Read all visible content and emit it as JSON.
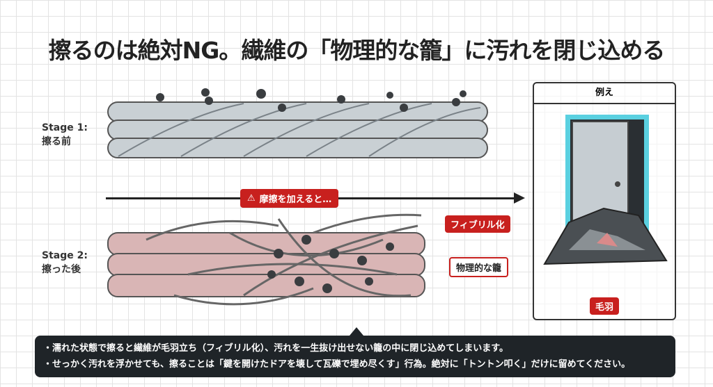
{
  "title": "擦るのは絶対NG。繊維の「物理的な籠」に汚れを閉じ込める",
  "stage1": {
    "label": "Stage 1:",
    "sub": "擦る前"
  },
  "stage2": {
    "label": "Stage 2:",
    "sub": "擦った後"
  },
  "warning": "摩擦を加えると…",
  "labels": {
    "fibrillation": "フィブリル化",
    "cage": "物理的な籠",
    "fluff": "毛羽"
  },
  "panel": {
    "title": "例え"
  },
  "notes": [
    "・濡れた状態で擦ると繊維が毛羽立ち（フィブリル化）、汚れを一生抜け出せない籠の中に閉じ込めてしまいます。",
    "・せっかく汚れを浮かせても、擦ることは「鍵を開けたドアを壊して瓦礫で埋め尽くす」行為。絶対に「トントン叩く」だけに留めてください。"
  ]
}
